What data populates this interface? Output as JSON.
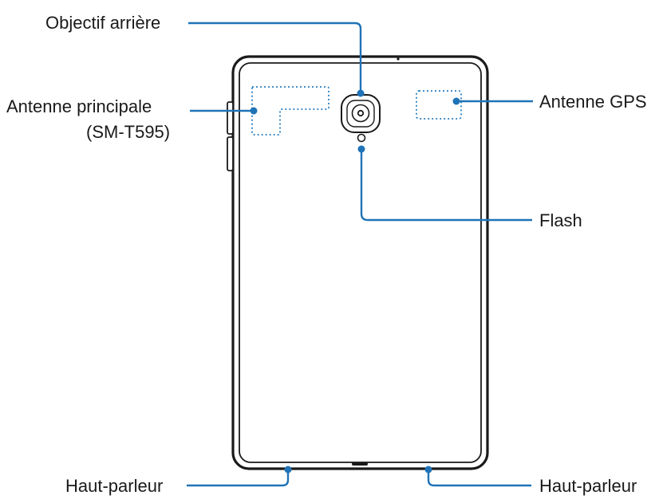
{
  "labels": {
    "rear_camera": "Objectif arrière",
    "main_antenna_line1": "Antenne principale",
    "main_antenna_line2": "(SM-T595)",
    "gps_antenna": "Antenne GPS",
    "flash": "Flash",
    "speaker_left": "Haut-parleur",
    "speaker_right": "Haut-parleur"
  },
  "colors": {
    "leader": "#1f73b7",
    "outline": "#1a1a1a"
  }
}
